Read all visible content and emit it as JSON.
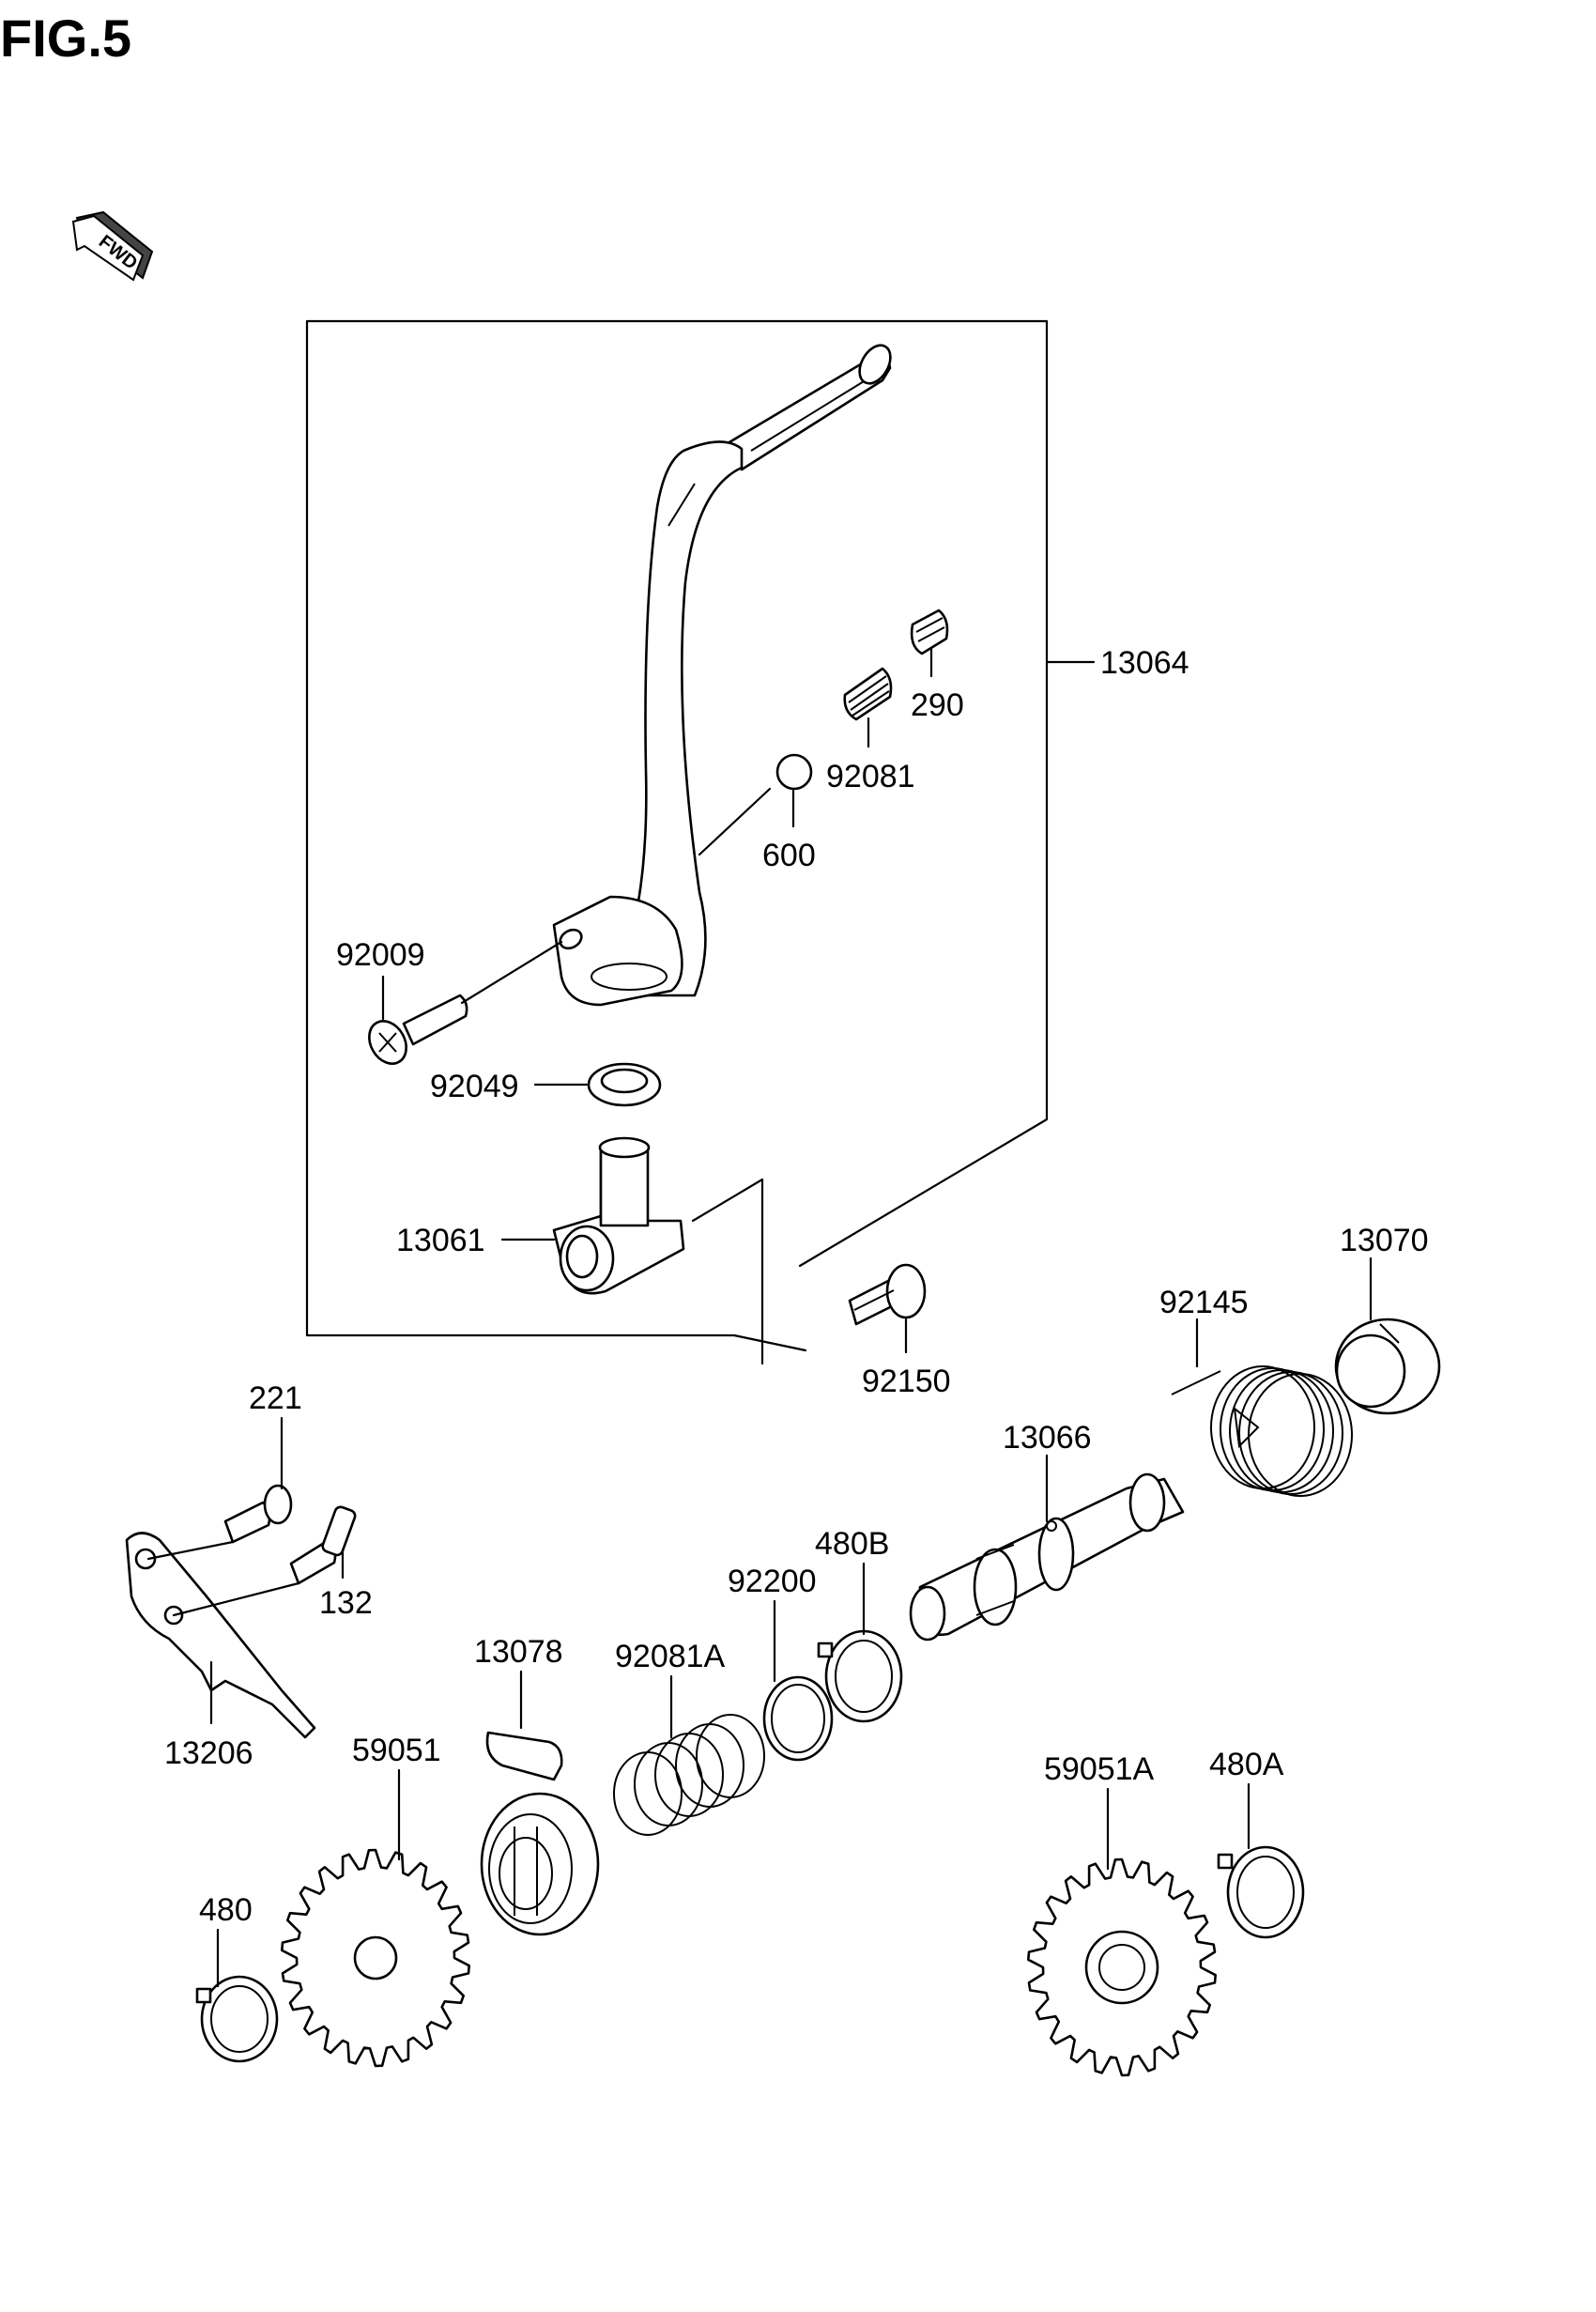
{
  "figure": {
    "title": "FIG.5",
    "direction_badge": "FWD"
  },
  "callouts": {
    "c13064": "13064",
    "c290": "290",
    "c92081": "92081",
    "c600": "600",
    "c92009": "92009",
    "c92049": "92049",
    "c13061": "13061",
    "c92150": "92150",
    "c13070": "13070",
    "c92145": "92145",
    "c13066": "13066",
    "c221": "221",
    "c132": "132",
    "c13206": "13206",
    "c480B": "480B",
    "c92200": "92200",
    "c13078": "13078",
    "c92081A": "92081A",
    "c59051": "59051",
    "c59051A": "59051A",
    "c480A": "480A",
    "c480": "480"
  }
}
